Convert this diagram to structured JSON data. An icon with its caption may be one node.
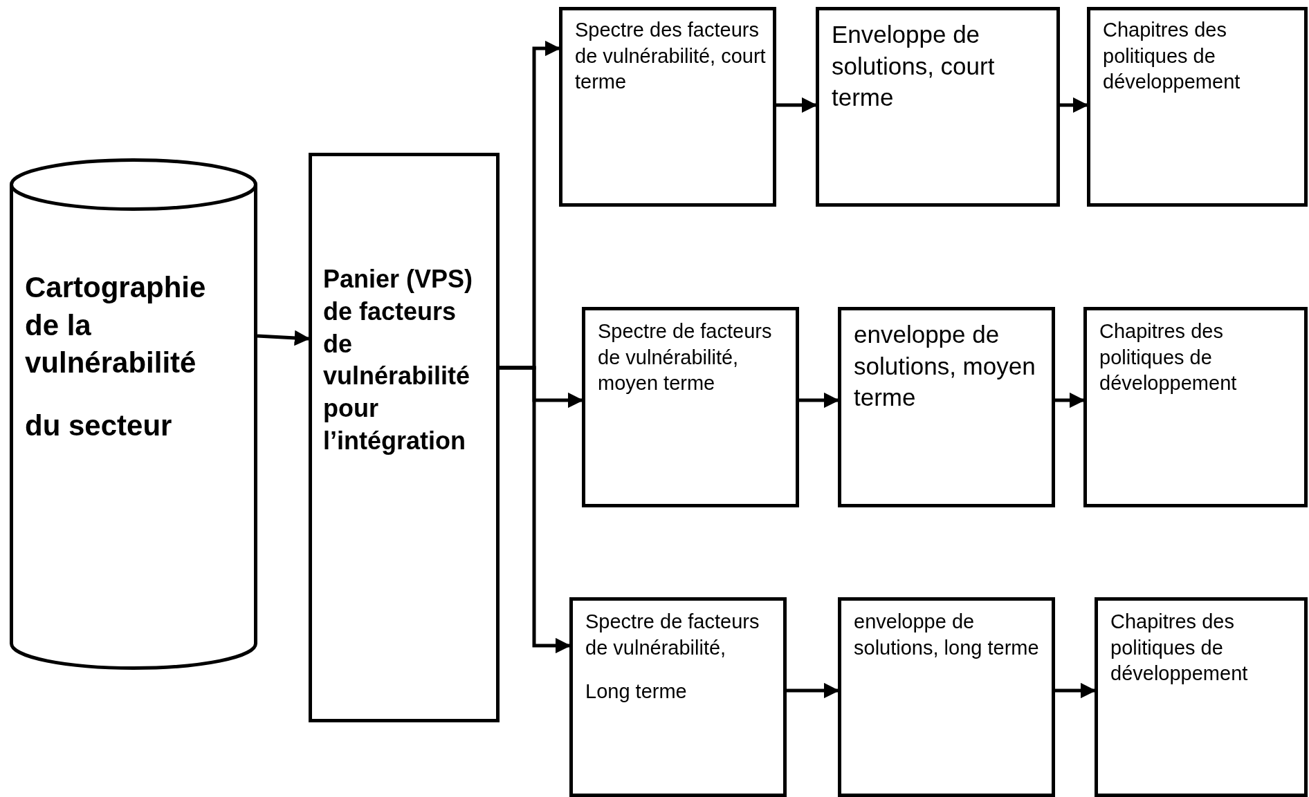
{
  "diagram": {
    "nodes": [
      {
        "text": [
          "Cartographie de la vulnérabilité",
          "du secteur"
        ]
      },
      {
        "text": [
          "Panier (VPS) de facteurs de vulnérabilité pour l’intégration"
        ]
      },
      {
        "text": [
          "Spectre des facteurs de vulnérabilité, court terme"
        ]
      },
      {
        "text": [
          "Enveloppe de solutions, court terme"
        ]
      },
      {
        "text": [
          "Chapitres des politiques de développement"
        ]
      },
      {
        "text": [
          "Spectre de facteurs de vulnérabilité, moyen terme"
        ]
      },
      {
        "text": [
          "enveloppe de solutions, moyen terme"
        ]
      },
      {
        "text": [
          "Chapitres des politiques de développement"
        ]
      },
      {
        "text": [
          "Spectre de facteurs de vulnérabilité,",
          "Long terme"
        ]
      },
      {
        "text": [
          "enveloppe de solutions, long terme"
        ]
      },
      {
        "text": [
          "Chapitres des politiques de développement"
        ]
      }
    ],
    "edges": [
      {
        "from": 0,
        "to": 1,
        "arrow": "to"
      },
      {
        "from": 1,
        "to": 2,
        "arrow": "to"
      },
      {
        "from": 1,
        "to": 5,
        "arrow": "to"
      },
      {
        "from": 1,
        "to": 8,
        "arrow": "to"
      },
      {
        "from": 2,
        "to": 3,
        "arrow": "to"
      },
      {
        "from": 3,
        "to": 4,
        "arrow": "to"
      },
      {
        "from": 5,
        "to": 6,
        "arrow": "to"
      },
      {
        "from": 6,
        "to": 7,
        "arrow": "to"
      },
      {
        "from": 8,
        "to": 9,
        "arrow": "to"
      },
      {
        "from": 9,
        "to": 10,
        "arrow": "to"
      }
    ]
  }
}
